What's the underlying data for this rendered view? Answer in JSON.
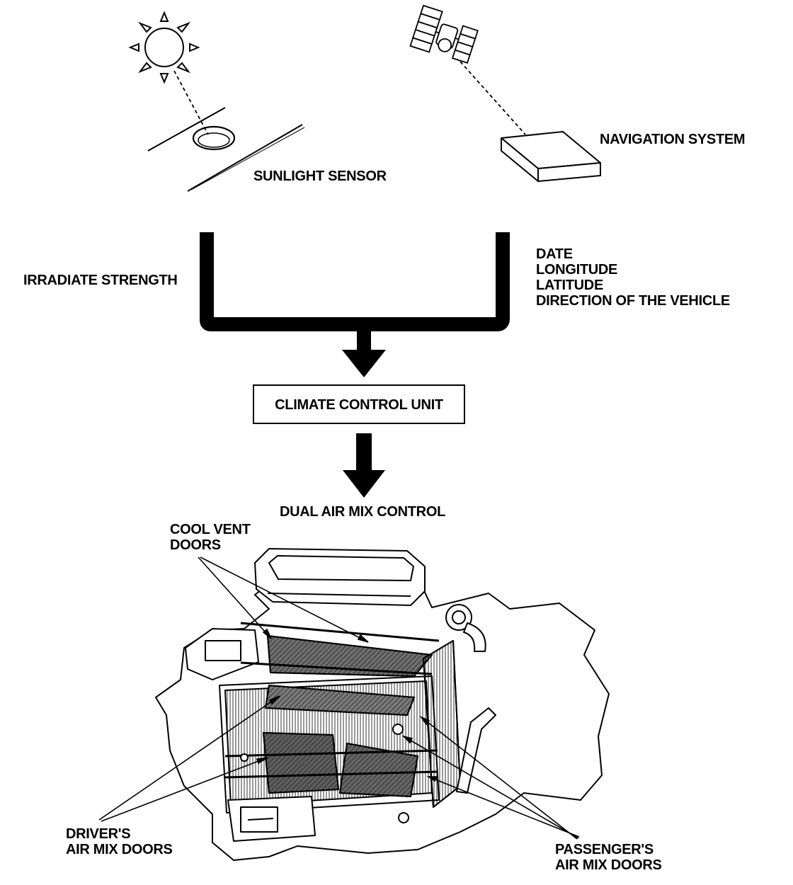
{
  "labels": {
    "navigation_system": "NAVIGATION SYSTEM",
    "sunlight_sensor": "SUNLIGHT SENSOR",
    "irradiate_strength": "IRRADIATE STRENGTH",
    "nav_inputs": [
      "DATE",
      "LONGITUDE",
      "LATITUDE",
      "DIRECTION OF THE VEHICLE"
    ],
    "climate_control_unit": "CLIMATE CONTROL UNIT",
    "dual_air_mix_control": "DUAL AIR MIX CONTROL",
    "cool_vent_doors": [
      "COOL VENT",
      "DOORS"
    ],
    "drivers_air_mix_doors": [
      "DRIVER'S",
      "AIR MIX DOORS"
    ],
    "passengers_air_mix_doors": [
      "PASSENGER'S",
      "AIR MIX DOORS"
    ]
  },
  "colors": {
    "ink": "#000000",
    "paper": "#ffffff",
    "door_shade": "#6e6e6e"
  }
}
